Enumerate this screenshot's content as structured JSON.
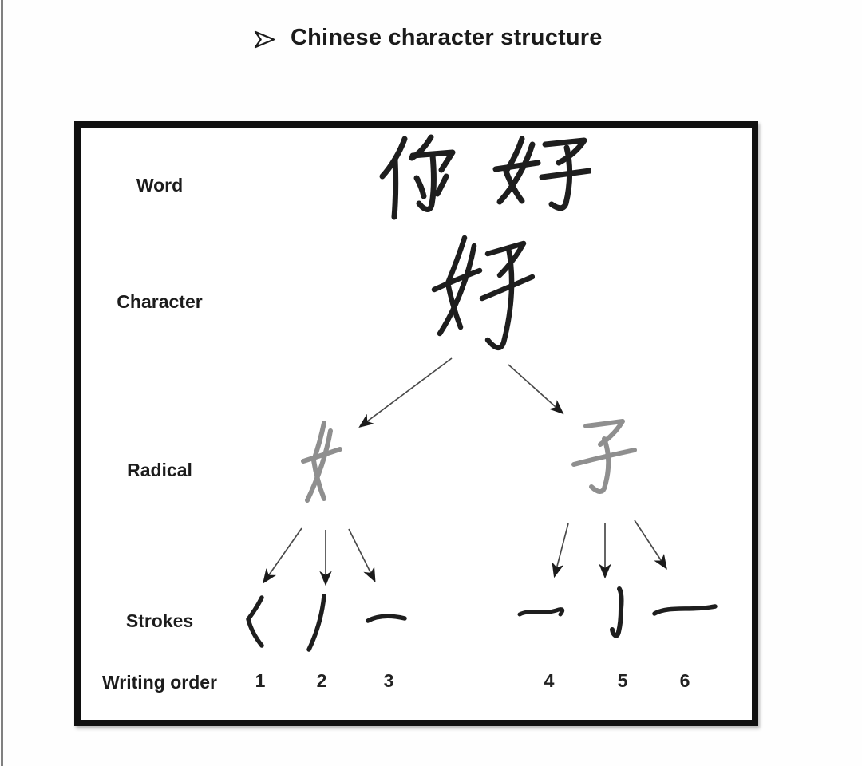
{
  "title": {
    "bullet_icon": "right-arrowhead-outline",
    "text": "Chinese character structure"
  },
  "diagram": {
    "labels": {
      "word": "Word",
      "character": "Character",
      "radical": "Radical",
      "strokes": "Strokes",
      "writing_order": "Writing order"
    },
    "word": {
      "text": "你好"
    },
    "character": {
      "text": "好"
    },
    "radicals": [
      {
        "text": "女"
      },
      {
        "text": "子"
      }
    ],
    "strokes": [
      {
        "name": "pie-dian",
        "text": "く"
      },
      {
        "name": "pie",
        "text": "ノ"
      },
      {
        "name": "heng",
        "text": "一"
      },
      {
        "name": "heng-pie",
        "text": "乛"
      },
      {
        "name": "shu-gou",
        "text": "亅"
      },
      {
        "name": "heng",
        "text": "一"
      }
    ],
    "writing_order": [
      "1",
      "2",
      "3",
      "4",
      "5",
      "6"
    ],
    "relations": [
      {
        "from": "character 好",
        "to": "radical 女"
      },
      {
        "from": "character 好",
        "to": "radical 子"
      },
      {
        "from": "radical 女",
        "to": "strokes 1-3"
      },
      {
        "from": "radical 子",
        "to": "strokes 4-6"
      }
    ]
  },
  "colors": {
    "ink": "#1e1e1e",
    "radical_gray": "#8f8f8f",
    "frame_border": "#101010",
    "left_edge_line": "#808080",
    "arrow_line": "#4a4a4a",
    "arrow_head": "#1b1b1b"
  }
}
